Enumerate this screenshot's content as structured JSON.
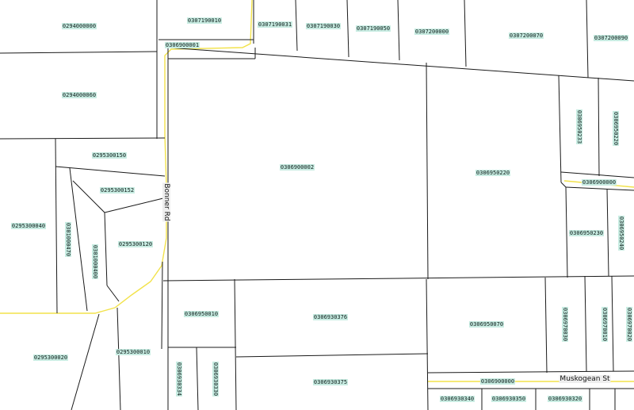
{
  "parcels": [
    "0294000000",
    "0307190010",
    "0307190031",
    "0307190030",
    "0307190050",
    "0307200000",
    "0307200070",
    "0307200090",
    "0306900001",
    "0294000060",
    "0306900002",
    "0306950220",
    "0306950233",
    "0306950220",
    "0306900000",
    "0295300150",
    "0295300152",
    "0295300040",
    "0301000470",
    "0301000400",
    "0295300120",
    "0306950230",
    "0306950240",
    "0306950010",
    "0306930376",
    "0306950070",
    "0306970030",
    "0306970010",
    "0306970020",
    "0295300020",
    "0295300010",
    "0306930334",
    "0306930330",
    "0306930375",
    "0306900000",
    "0306930340",
    "0306930350",
    "0306930320"
  ],
  "roads": [
    "Bonner Rd",
    "Muskogean St"
  ]
}
